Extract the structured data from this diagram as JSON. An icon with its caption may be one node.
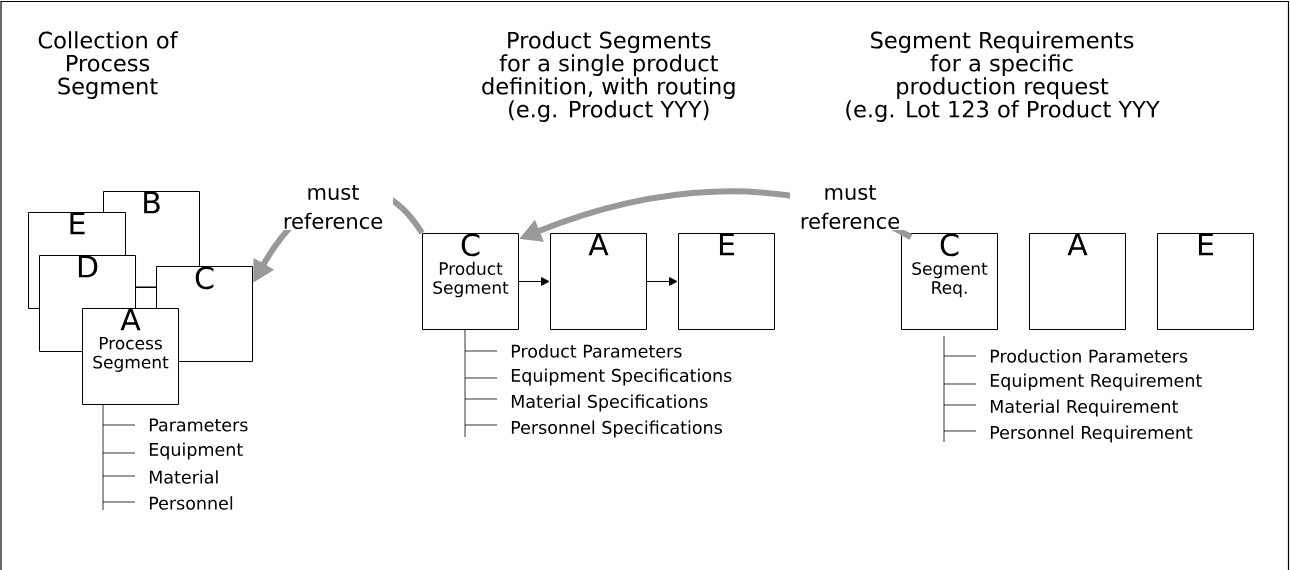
{
  "diagram": {
    "nodes": [
      {
        "text": [
          "B"
        ]
      },
      {
        "text": [
          "E"
        ]
      },
      {
        "text": [
          "D"
        ]
      },
      {
        "text": [
          "C"
        ]
      },
      {
        "text": [
          "A",
          "Process Segment"
        ]
      },
      {
        "text": [
          "C",
          "Product Segment"
        ]
      },
      {
        "text": [
          "A"
        ]
      },
      {
        "text": [
          "E"
        ]
      },
      {
        "text": [
          "C",
          "Segment Req."
        ]
      },
      {
        "text": [
          "A"
        ]
      },
      {
        "text": [
          "E"
        ]
      }
    ],
    "edges": [
      {
        "from": 2,
        "to": 3,
        "arrow": "none"
      },
      {
        "from": 5,
        "to": 6,
        "arrow": "to"
      },
      {
        "from": 6,
        "to": 7,
        "arrow": "to"
      },
      {
        "from": 5,
        "to": 3,
        "arrow": "to",
        "label": "must reference",
        "style": "thick",
        "color": "#999999"
      },
      {
        "from": 8,
        "to": 5,
        "arrow": "to",
        "label": "must reference",
        "style": "thick",
        "color": "#999999"
      }
    ],
    "labels": [
      "Collection of Process Segment",
      "Product Segments for a single product definition, with routing (e.g. Product YYY)",
      "Segment Requirements for a specific production request (e.g. Lot 123 of Product YYY",
      "Parameters",
      "Equipment",
      "Material",
      "Personnel",
      "Product Parameters",
      "Equipment Specifications",
      "Material Specifications",
      "Personnel Specifications",
      "Production Parameters",
      "Equipment Requirement",
      "Material Requirement",
      "Personnel Requirement"
    ]
  }
}
